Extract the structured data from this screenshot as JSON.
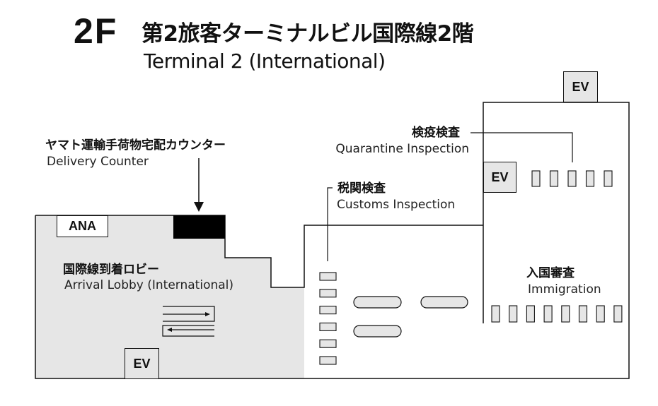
{
  "header": {
    "floor": "2F",
    "title_jp": "第2旅客ターミナルビル国際線2階",
    "title_en": "Terminal 2 (International)"
  },
  "labels": {
    "delivery": {
      "jp": "ヤマト運輸手荷物宅配カウンター",
      "en": "Delivery Counter"
    },
    "arrival_lobby": {
      "jp": "国際線到着ロビー",
      "en": "Arrival Lobby (International)"
    },
    "quarantine": {
      "jp": "検疫検査",
      "en": "Quarantine Inspection"
    },
    "customs": {
      "jp": "税関検査",
      "en": "Customs Inspection"
    },
    "immigration": {
      "jp": "入国審査",
      "en": "Immigration"
    }
  },
  "facilities": {
    "ana": "ANA",
    "ev_lobby": "EV",
    "ev_mid": "EV",
    "ev_top": "EV"
  },
  "counts": {
    "customs_booths": 6,
    "quarantine_booths": 5,
    "immigration_booths": 8,
    "baggage_carousels": 3
  },
  "colors": {
    "area_fill": "#e6e6e6",
    "outline": "#111111",
    "delivery_counter": "#000000"
  }
}
